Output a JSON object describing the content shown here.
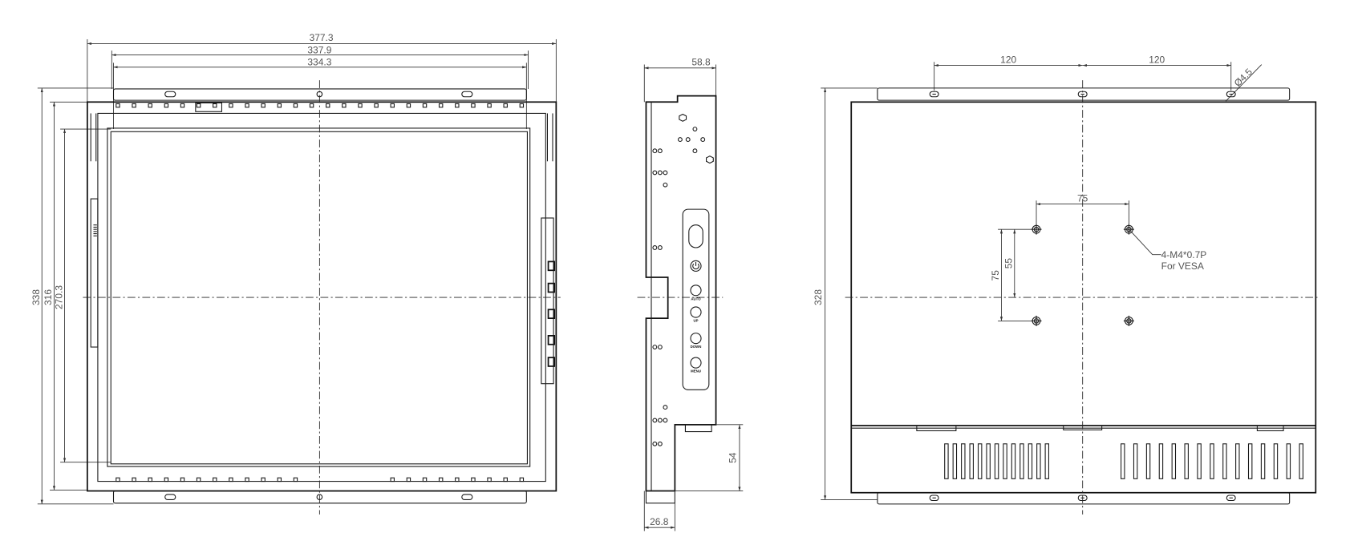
{
  "front_view": {
    "dims": {
      "overall_width": "377.3",
      "bracket_width": "337.9",
      "bezel_width": "334.3",
      "overall_height": "338",
      "frame_height": "316",
      "screen_height": "270.3"
    }
  },
  "side_view": {
    "dims": {
      "depth": "58.8",
      "lower_depth": "26.8",
      "box_height": "54"
    },
    "buttons": [
      "AUTO",
      "UP",
      "DOWN",
      "MENU"
    ]
  },
  "rear_view": {
    "dims": {
      "hole_spacing_left": "120",
      "hole_spacing_right": "120",
      "hole_diameter": "Ø4.5",
      "height": "328",
      "vesa_width": "75",
      "vesa_height": "75",
      "vesa_offset": "55"
    },
    "callout": {
      "line1": "4-M4*0.7P",
      "line2": "For VESA"
    }
  }
}
